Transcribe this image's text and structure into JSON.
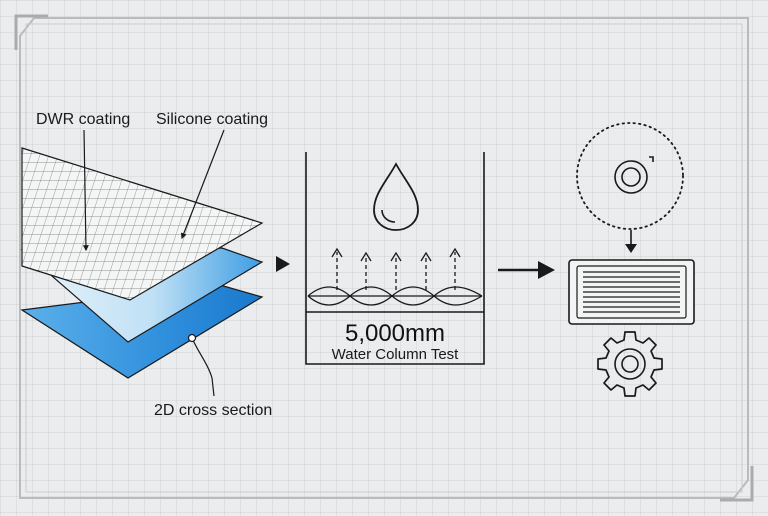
{
  "labels": {
    "dwr_coating": "DWR coating",
    "silicone_coating": "Silicone coating",
    "cross_section": "2D cross section"
  },
  "test": {
    "value": "5,000mm",
    "name": "Water Column Test"
  },
  "colors": {
    "ink": "#1a1a1a",
    "layer_light_blue": "#bfe0f5",
    "layer_mid_blue": "#4aa6e6",
    "layer_dark_blue": "#1f7fd0",
    "background": "#ebeced"
  },
  "icons": [
    "water-drop-icon",
    "camera-lens-icon",
    "vent-grille-icon",
    "gear-icon",
    "arrow-right-icon",
    "arrow-down-icon"
  ]
}
